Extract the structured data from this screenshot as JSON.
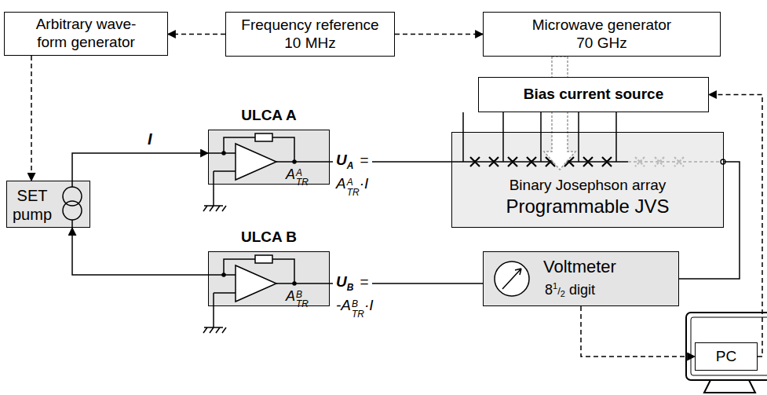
{
  "diagram": {
    "nodes": [
      {
        "text": [
          "Arbitrary wave- form generator"
        ]
      },
      {
        "text": [
          "Frequency reference 10 MHz"
        ]
      },
      {
        "text": [
          "Microwave generator 70 GHz"
        ]
      },
      {
        "text": [
          "Bias current source"
        ]
      },
      {
        "text": [
          "SET pump"
        ]
      },
      {
        "text": [
          "ULCA A",
          "A",
          "TR",
          "A"
        ]
      },
      {
        "text": [
          "ULCA B",
          "A",
          "TR",
          "B"
        ]
      },
      {
        "text": [
          "Binary Josephson array",
          "Programmable JVS"
        ]
      },
      {
        "text": [
          "Voltmeter",
          "8",
          "1",
          "/",
          "2",
          "digit"
        ]
      },
      {
        "text": [
          "PC"
        ]
      }
    ],
    "edges": [
      {
        "from": 1,
        "to": 0,
        "arrow": "to"
      },
      {
        "from": 1,
        "to": 2,
        "arrow": "to"
      },
      {
        "from": 0,
        "to": 4,
        "arrow": "to"
      },
      {
        "from": 2,
        "to": 7,
        "arrow": "to"
      },
      {
        "from": 9,
        "to": 3,
        "arrow": "to"
      },
      {
        "from": 3,
        "to": 7,
        "arrow": "none"
      },
      {
        "from": 4,
        "to": 5,
        "label": "I",
        "arrow": "to"
      },
      {
        "from": 6,
        "to": 4,
        "arrow": "to"
      },
      {
        "from": 5,
        "to": 7,
        "arrow": "none"
      },
      {
        "from": 6,
        "to": 8,
        "arrow": "none"
      },
      {
        "from": 7,
        "to": 8,
        "arrow": "none"
      },
      {
        "from": 8,
        "to": 9,
        "arrow": "to"
      }
    ],
    "labels": [
      "U",
      "A",
      "=",
      "A",
      "TR",
      "A",
      "·I",
      "U",
      "B",
      "=",
      "-A",
      "TR",
      "B",
      "·I"
    ]
  }
}
